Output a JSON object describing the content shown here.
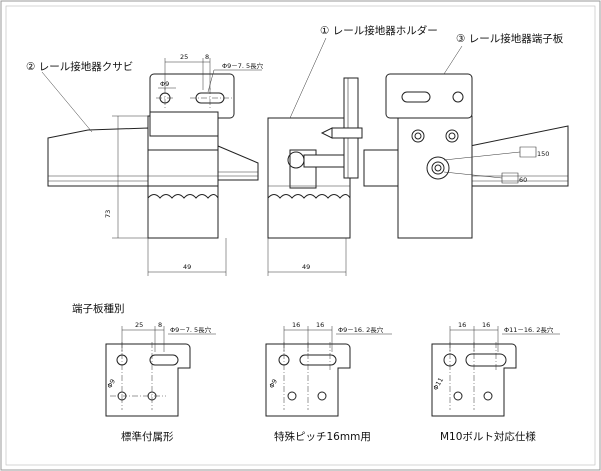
{
  "labels": {
    "clip": "② レール接地器クサビ",
    "holder": "① レール接地器ホルダー",
    "plate": "③ レール接地器端子板",
    "variants_title": "端子板種別",
    "variant_standard": "標準付属形",
    "variant_special": "特殊ピッチ16mm用",
    "variant_m10": "M10ボルト対応仕様"
  },
  "dimensions": {
    "top_25": "25",
    "top_8": "8",
    "top_slot": "Φ9－7. 5長穴",
    "top_phi9": "Φ9",
    "height_73": "73",
    "width_49_left": "49",
    "width_49_mid": "49",
    "arrow_150": "150",
    "arrow_60": "60",
    "v1_25": "25",
    "v1_8": "8",
    "v1_slot": "Φ9－7. 5長穴",
    "v1_phi": "Φ9",
    "v2_16a": "16",
    "v2_16b": "16",
    "v2_slot": "Φ9－16. 2長穴",
    "v2_phi": "Φ9",
    "v3_16a": "16",
    "v3_16b": "16",
    "v3_slot": "Φ11－16. 2長穴",
    "v3_phi": "Φ11"
  },
  "colors": {
    "line": "#222222",
    "frame": "#999999",
    "background": "#ffffff"
  }
}
